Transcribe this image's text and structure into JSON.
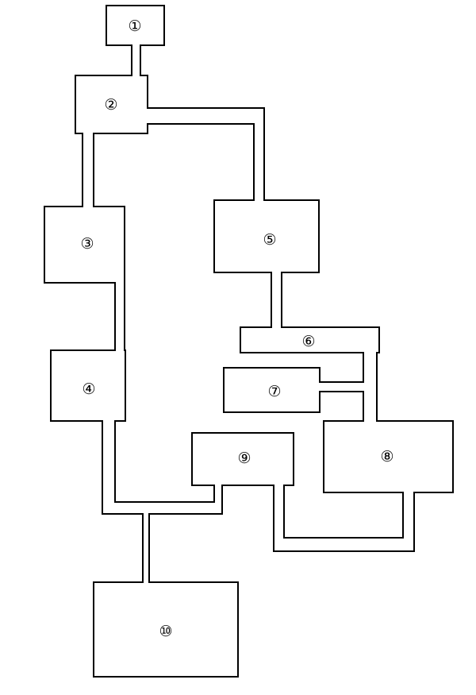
{
  "diagram": {
    "rooms": [
      {
        "id": "r1",
        "label": "①"
      },
      {
        "id": "r2",
        "label": "②"
      },
      {
        "id": "r3",
        "label": "③"
      },
      {
        "id": "r4",
        "label": "④"
      },
      {
        "id": "r5",
        "label": "⑤"
      },
      {
        "id": "r6",
        "label": "⑥"
      },
      {
        "id": "r7",
        "label": "⑦"
      },
      {
        "id": "r8",
        "label": "⑧"
      },
      {
        "id": "r9",
        "label": "⑨"
      },
      {
        "id": "r10",
        "label": "⑩"
      }
    ],
    "connections": [
      [
        "r1",
        "r2"
      ],
      [
        "r2",
        "r3"
      ],
      [
        "r2",
        "r5"
      ],
      [
        "r3",
        "r4"
      ],
      [
        "r4",
        "r10"
      ],
      [
        "r9",
        "r10"
      ],
      [
        "r5",
        "r6"
      ],
      [
        "r6",
        "r8"
      ],
      [
        "r7",
        "r8"
      ],
      [
        "r9",
        "r8"
      ]
    ]
  }
}
